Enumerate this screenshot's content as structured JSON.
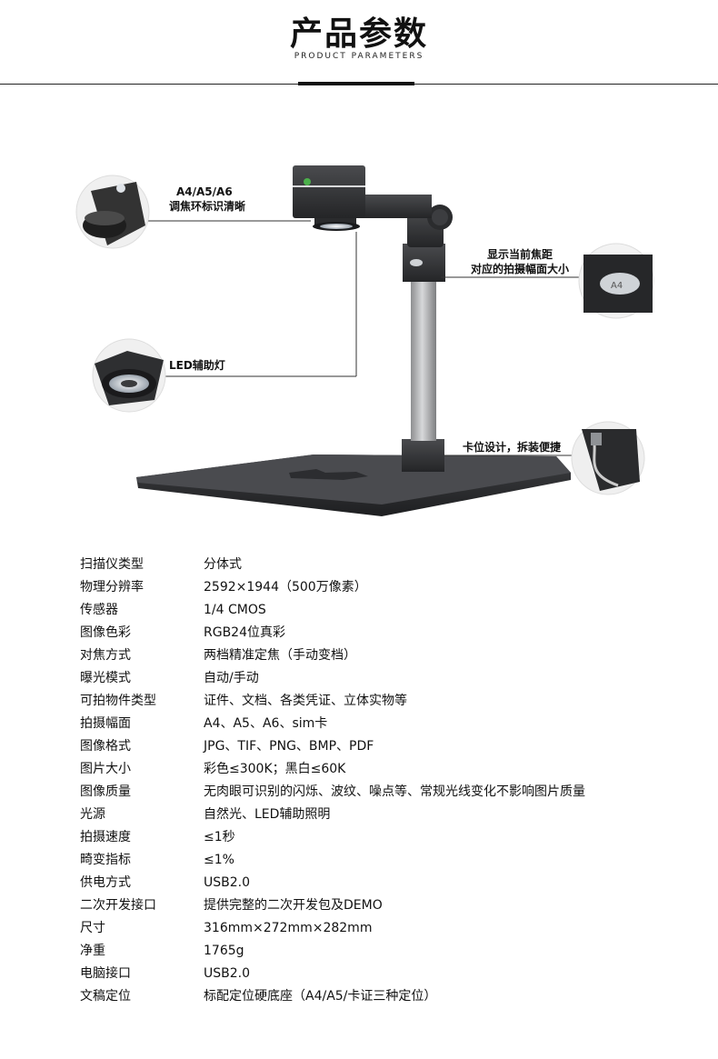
{
  "header": {
    "title": "产品参数",
    "subtitle": "PRODUCT PARAMETERS"
  },
  "illustration": {
    "callouts": [
      {
        "lines": [
          "A4/A5/A6",
          "调焦环标识清晰"
        ]
      },
      {
        "lines": [
          "显示当前焦距",
          "对应的拍摄幅面大小"
        ]
      },
      {
        "lines": [
          "LED辅助灯"
        ]
      },
      {
        "lines": [
          "卡位设计，拆装便捷"
        ]
      }
    ],
    "label_a4": "A4",
    "colors": {
      "device": "#3a3a3c",
      "pole": "#b9babc",
      "base": "#2f3033",
      "accent": "#111111"
    }
  },
  "specs": [
    {
      "label": "扫描仪类型",
      "value": "分体式"
    },
    {
      "label": "物理分辨率",
      "value": "2592×1944（500万像素）"
    },
    {
      "label": "传感器",
      "value": "1/4 CMOS"
    },
    {
      "label": "图像色彩",
      "value": "RGB24位真彩"
    },
    {
      "label": "对焦方式",
      "value": "两档精准定焦（手动变档）"
    },
    {
      "label": "曝光模式",
      "value": "自动/手动"
    },
    {
      "label": "可拍物件类型",
      "value": "证件、文档、各类凭证、立体实物等"
    },
    {
      "label": "拍摄幅面",
      "value": "A4、A5、A6、sim卡"
    },
    {
      "label": "图像格式",
      "value": "JPG、TIF、PNG、BMP、PDF"
    },
    {
      "label": "图片大小",
      "value": "彩色≤300K；黑白≤60K"
    },
    {
      "label": "图像质量",
      "value": "无肉眼可识别的闪烁、波纹、噪点等、常规光线变化不影响图片质量"
    },
    {
      "label": "光源",
      "value": "自然光、LED辅助照明"
    },
    {
      "label": "拍摄速度",
      "value": "≤1秒"
    },
    {
      "label": "畸变指标",
      "value": "≤1%"
    },
    {
      "label": "供电方式",
      "value": "USB2.0"
    },
    {
      "label": "二次开发接口",
      "value": "提供完整的二次开发包及DEMO"
    },
    {
      "label": "尺寸",
      "value": "316mm×272mm×282mm"
    },
    {
      "label": "净重",
      "value": "1765g"
    },
    {
      "label": "电脑接口",
      "value": "USB2.0"
    },
    {
      "label": "文稿定位",
      "value": "标配定位硬底座（A4/A5/卡证三种定位）"
    }
  ]
}
